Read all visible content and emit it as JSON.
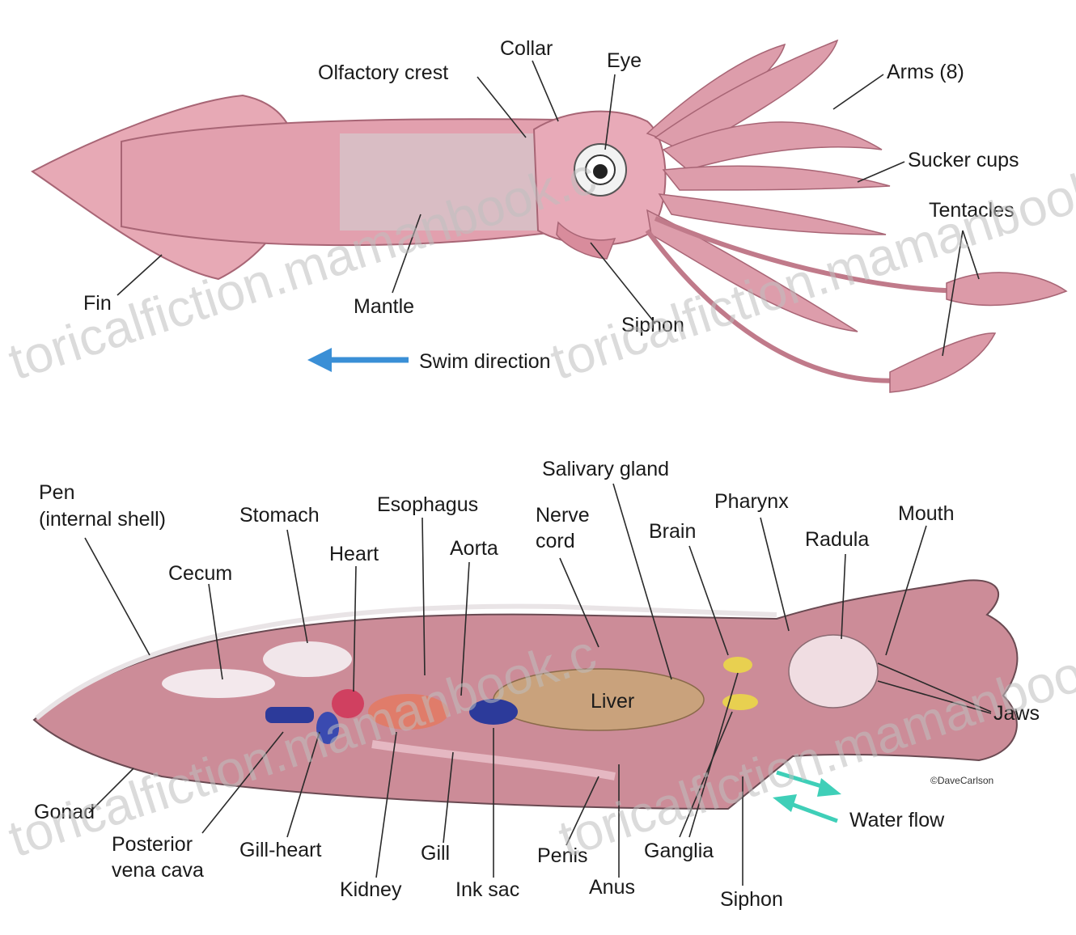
{
  "top_labels": {
    "olfactory_crest": "Olfactory crest",
    "collar": "Collar",
    "eye": "Eye",
    "arms": "Arms (8)",
    "sucker_cups": "Sucker cups",
    "tentacles": "Tentacles",
    "fin": "Fin",
    "mantle": "Mantle",
    "siphon": "Siphon",
    "swim_direction": "Swim direction"
  },
  "bottom_labels": {
    "pen_line1": "Pen",
    "pen_line2": "(internal shell)",
    "stomach": "Stomach",
    "esophagus": "Esophagus",
    "salivary_gland": "Salivary gland",
    "nerve_cord_line1": "Nerve",
    "nerve_cord_line2": "cord",
    "pharynx": "Pharynx",
    "brain": "Brain",
    "radula": "Radula",
    "mouth": "Mouth",
    "cecum": "Cecum",
    "heart": "Heart",
    "aorta": "Aorta",
    "liver": "Liver",
    "jaws": "Jaws",
    "gonad": "Gonad",
    "posterior_vena_cava_line1": "Posterior",
    "posterior_vena_cava_line2": "vena cava",
    "gill_heart": "Gill-heart",
    "gill": "Gill",
    "kidney": "Kidney",
    "ink_sac": "Ink sac",
    "penis": "Penis",
    "anus": "Anus",
    "ganglia": "Ganglia",
    "siphon": "Siphon",
    "water_flow": "Water flow",
    "credit": "©DaveCarlson"
  },
  "watermarks": {
    "top_left": "toricalfiction.mamanbook.c",
    "top_right": "toricalfiction.mamanbook.c",
    "bottom_left": "toricalfiction.mamanbook.c",
    "bottom_right": "toricalfiction.mamanbook.c"
  },
  "colors": {
    "squid_body": "#e4a3b0",
    "squid_dark": "#c97b8b",
    "mantle_stripe": "#d8c8cc",
    "swim_arrow": "#3a8fd6",
    "water_arrow": "#3fcfb8",
    "liver": "#c9a27c",
    "gill_heart": "#2c3a9a",
    "heart": "#d04060",
    "ganglia": "#e8d050"
  }
}
